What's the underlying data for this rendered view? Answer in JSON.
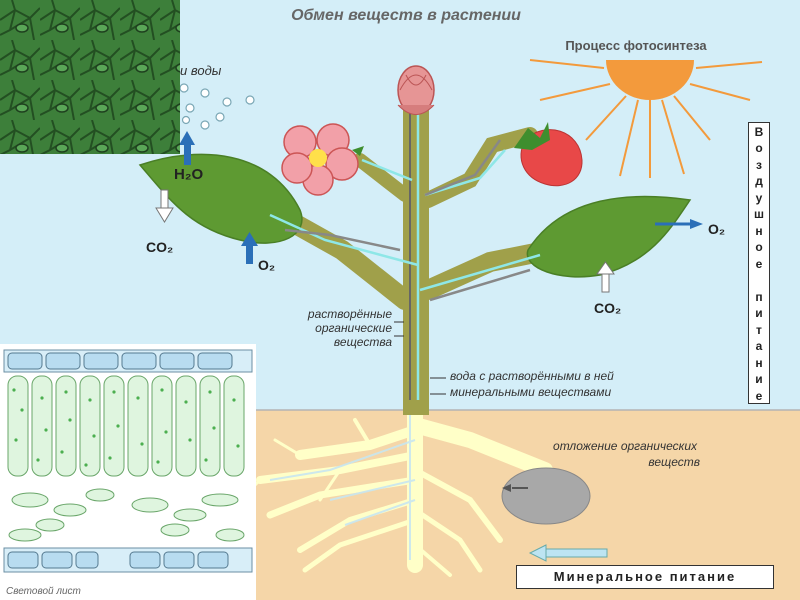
{
  "title": "Обмен веществ в растении",
  "photosynthesis_label": "Процесс фотосинтеза",
  "water_vapor_label": "и воды",
  "h2o_label": "H₂O",
  "co2_left_label": "CO₂",
  "o2_left_label": "O₂",
  "o2_right_label": "O₂",
  "co2_right_label": "CO₂",
  "organic_label": [
    "растворённые",
    "органические",
    "вещества"
  ],
  "water_label": [
    "вода с растворёнными в ней",
    "минеральными веществами"
  ],
  "deposit_label": [
    "отложение органических",
    "веществ"
  ],
  "air_nutrition_letters": [
    "В",
    "о",
    "з",
    "д",
    "у",
    "ш",
    "н",
    "о",
    "е",
    "",
    "п",
    "и",
    "т",
    "а",
    "н",
    "и",
    "е"
  ],
  "mineral_nutrition_label": "Минеральное питание",
  "leaf_section_caption": "Световой лист",
  "colors": {
    "sky": "#d4eef8",
    "soil": "#f5d6a8",
    "leaf": "#5e9a32",
    "stem": "#a0a04a",
    "sun": "#f39a3c",
    "arrow_blue": "#2a6fb8",
    "root": "#ffffc8"
  }
}
